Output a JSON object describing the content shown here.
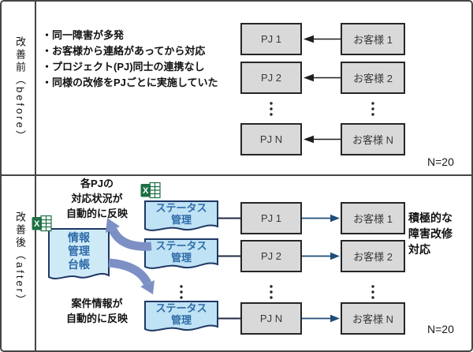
{
  "colors": {
    "box_fill": "#d9d9d9",
    "box_border": "#262626",
    "doc_fill": "#bfe2f4",
    "ledger_fill": "#cfeaf7",
    "doc_border": "#1f3864",
    "doc_text": "#2e6ba8",
    "arrow_blue": "#1f4e79",
    "connector_dark": "#1f2a44",
    "curved_arrow": "#7d90c5",
    "excel_green": "#1e7145",
    "frame": "#454545"
  },
  "excel_icon_label": "X",
  "before": {
    "label": "改善前（before）",
    "bullets": [
      "・同一障害が多発",
      "・お客様から連絡があってから対応",
      "・プロジェクト(PJ)同士の連携なし",
      "・同様の改修をPJごとに実施していた"
    ],
    "rows": [
      {
        "pj": "PJ 1",
        "customer": "お客様 1"
      },
      {
        "pj": "PJ 2",
        "customer": "お客様 2"
      },
      {
        "pj": "PJ N",
        "customer": "お客様 N"
      }
    ],
    "count_note": "N=20"
  },
  "after": {
    "label": "改善後（after）",
    "annotation_top_lines": [
      "各PJの",
      "対応状況が",
      "自動的に反映"
    ],
    "annotation_bottom_lines": [
      "案件情報が",
      "自動的に反映"
    ],
    "annotation_right_lines": [
      "積極的な",
      "障害改修",
      "対応"
    ],
    "ledger_lines": [
      "情報",
      "管理",
      "台帳"
    ],
    "status_doc_lines": [
      "ステータス",
      "管理"
    ],
    "rows": [
      {
        "pj": "PJ 1",
        "customer": "お客様 1"
      },
      {
        "pj": "PJ 2",
        "customer": "お客様 2"
      },
      {
        "pj": "PJ N",
        "customer": "お客様 N"
      }
    ],
    "count_note": "N=20"
  }
}
